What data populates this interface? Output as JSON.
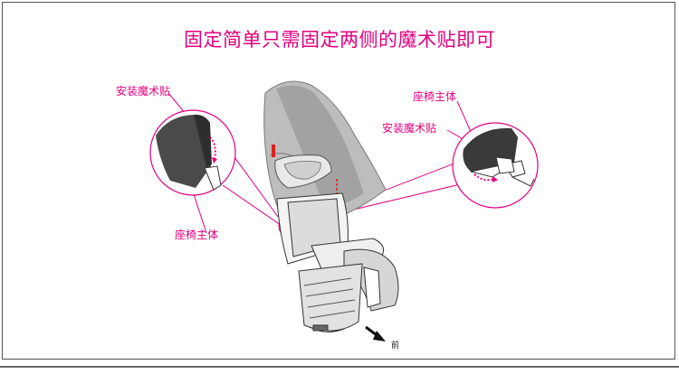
{
  "title": "固定简单只需固定两侧的魔术贴即可",
  "labels": {
    "left_velcro": "安装魔术贴",
    "left_seat_body": "座椅主体",
    "right_seat_body": "座椅主体",
    "right_velcro": "安装魔术贴",
    "front": "前"
  },
  "colors": {
    "accent": "#e4007f",
    "frame": "#555555"
  }
}
